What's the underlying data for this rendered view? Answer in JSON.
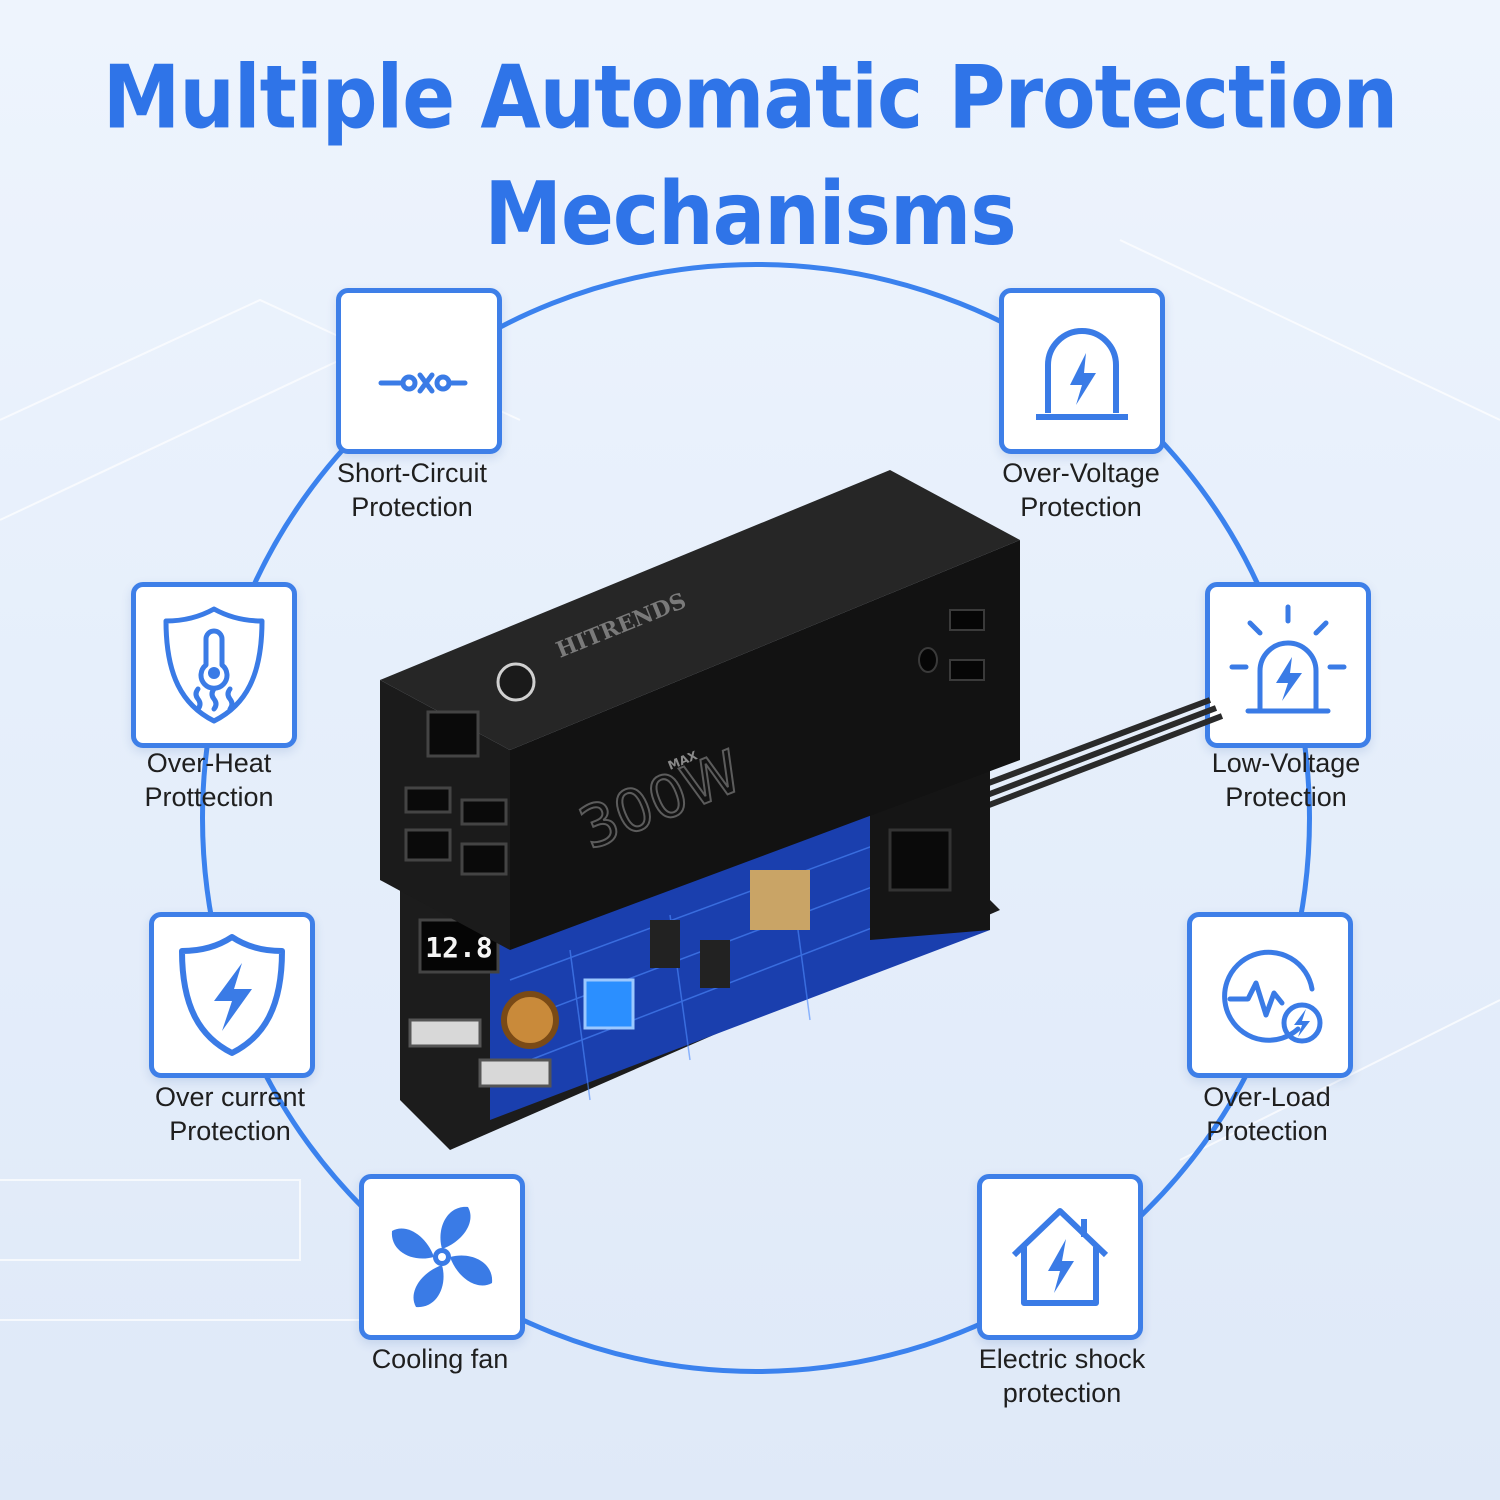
{
  "title": {
    "line1": "Multiple Automatic Protection",
    "line2": "Mechanisms"
  },
  "accent_color": "#2f74e8",
  "features": [
    {
      "icon": "short-circuit-icon",
      "line1": "Short-Circuit",
      "line2": "Protection"
    },
    {
      "icon": "over-voltage-icon",
      "line1": "Over-Voltage",
      "line2": "Protection"
    },
    {
      "icon": "over-heat-icon",
      "line1": "Over-Heat",
      "line2": "Prottection"
    },
    {
      "icon": "low-voltage-icon",
      "line1": "Low-Voltage",
      "line2": "Protection"
    },
    {
      "icon": "over-current-icon",
      "line1": "Over current",
      "line2": "Protection"
    },
    {
      "icon": "over-load-icon",
      "line1": "Over-Load",
      "line2": "Protection"
    },
    {
      "icon": "cooling-fan-icon",
      "line1": "Cooling fan",
      "line2": ""
    },
    {
      "icon": "electric-shock-icon",
      "line1": "Electric shock",
      "line2": "protection"
    }
  ],
  "product": {
    "brand": "HITRENDS",
    "power": "300W",
    "power_suffix": "MAX",
    "display_value": "12.8"
  }
}
